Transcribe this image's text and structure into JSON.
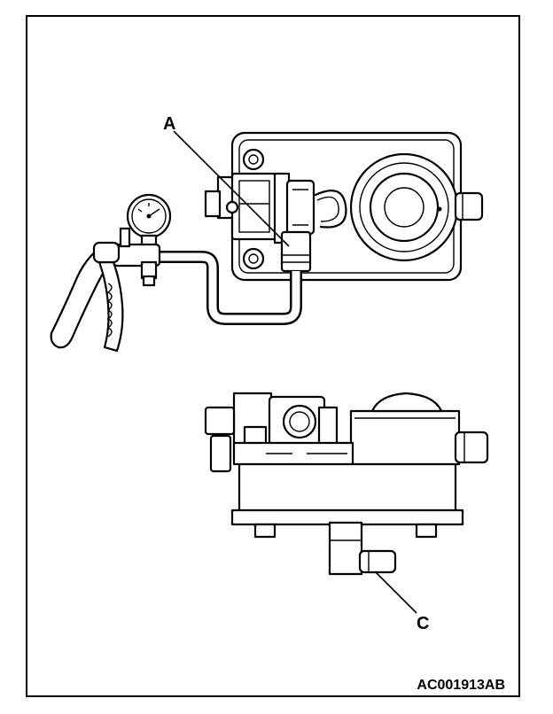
{
  "figure": {
    "callouts": {
      "a": "A",
      "c": "C"
    },
    "figure_code": "AC001913AB"
  },
  "colors": {
    "ink": "#000000",
    "paper": "#ffffff"
  }
}
